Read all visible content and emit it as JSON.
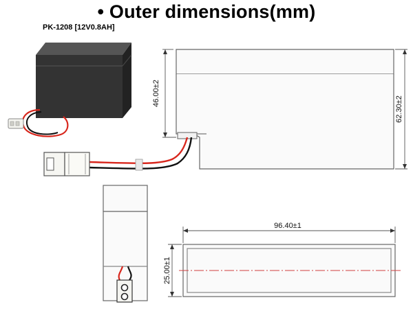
{
  "title": "• Outer dimensions(mm)",
  "model": "PK-1208 [12V0.8AH]",
  "dimensions": {
    "terminal_height": "46.00±2",
    "total_height": "62.30±2",
    "length": "96.40±1",
    "width": "25.00±1"
  },
  "colors": {
    "case": "#3a3a3a",
    "wire_red": "#d8261c",
    "wire_black": "#111111",
    "centerline": "#d04040"
  }
}
